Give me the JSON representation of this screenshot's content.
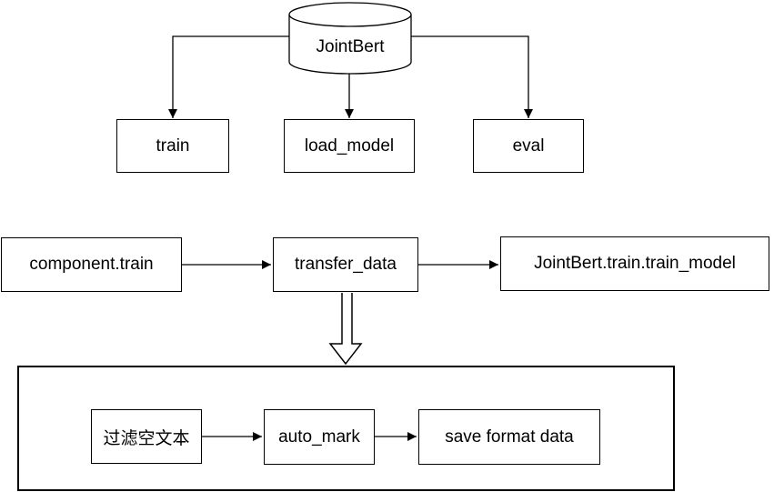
{
  "diagram": {
    "database": {
      "label": "JointBert"
    },
    "top_boxes": [
      {
        "label": "train"
      },
      {
        "label": "load_model"
      },
      {
        "label": "eval"
      }
    ],
    "middle_boxes": [
      {
        "label": "component.train"
      },
      {
        "label": "transfer_data"
      },
      {
        "label": "JointBert.train.train_model"
      }
    ],
    "container_boxes": [
      {
        "label": "过滤空文本"
      },
      {
        "label": "auto_mark"
      },
      {
        "label": "save format data"
      }
    ],
    "colors": {
      "stroke": "#000000",
      "background": "#ffffff",
      "text": "#000000"
    }
  }
}
